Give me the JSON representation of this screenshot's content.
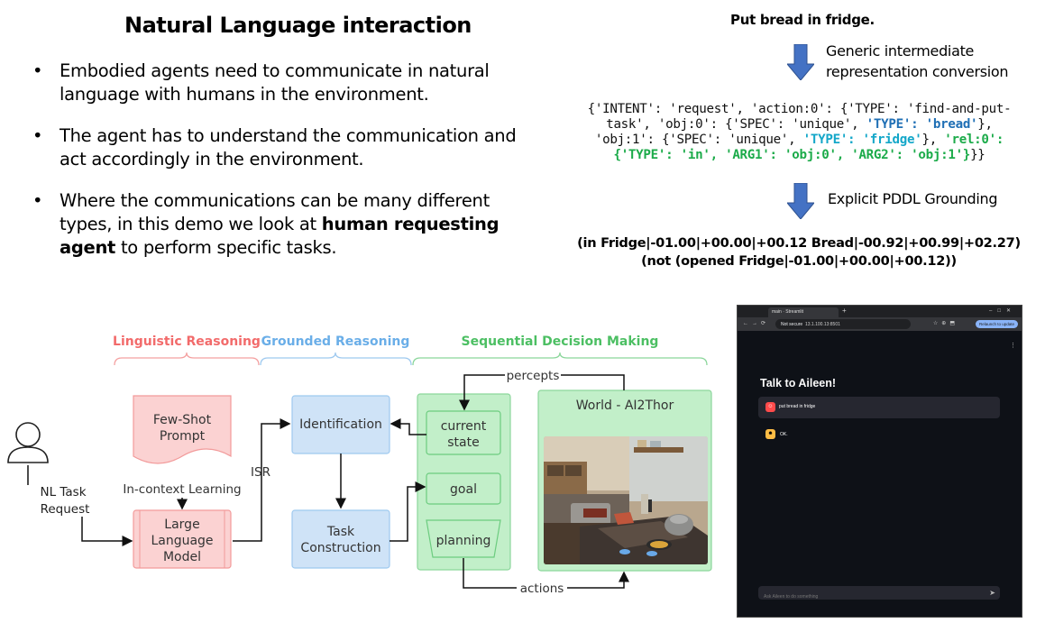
{
  "title": "Natural Language interaction",
  "bullets": [
    {
      "pre": "Embodied agents need to communicate in natural language with humans in the environment.",
      "bold": "",
      "post": ""
    },
    {
      "pre": "The agent has to understand the communication and act accordingly in the environment.",
      "bold": "",
      "post": ""
    },
    {
      "pre": "Where the communications can be many different types, in this demo we look at ",
      "bold": "human requesting agent",
      "post": " to perform specific tasks."
    }
  ],
  "pipeline": {
    "utterance": "Put bread in fridge.",
    "step1_line1": "Generic intermediate",
    "step1_line2": "representation conversion",
    "ir": {
      "l1": "{'INTENT': 'request', 'action:0': {'TYPE': 'find-and-put-",
      "l2a": "task', 'obj:0': {'SPEC': 'unique', ",
      "l2b": "'TYPE': 'bread'",
      "l2c": "},",
      "l3a": "'obj:1': {'SPEC': 'unique', ",
      "l3b": "'TYPE': 'fridge'",
      "l3c": "}, ",
      "l3d": "'rel:0':",
      "l4a": "{'TYPE': 'in', 'ARG1': 'obj:0', 'ARG2': 'obj:1'}",
      "l4b": "}}"
    },
    "step2": "Explicit PDDL Grounding",
    "pddl_line1": "(in Fridge|-01.00|+00.00|+00.12 Bread|-00.92|+00.99|+02.27)",
    "pddl_line2": "(not (opened Fridge|-01.00|+00.00|+00.12))"
  },
  "diagram": {
    "section1": "Linguistic Reasoning",
    "section2": "Grounded Reasoning",
    "section3": "Sequential Decision Making",
    "fewshot_line1": "Few-Shot",
    "fewshot_line2": "Prompt",
    "icl": "In-context Learning",
    "llm_line1": "Large",
    "llm_line2": "Language",
    "llm_line3": "Model",
    "nl_line1": "NL Task",
    "nl_line2": "Request",
    "isr": "ISR",
    "identification": "Identification",
    "task_line1": "Task",
    "task_line2": "Construction",
    "current_line1": "current",
    "current_line2": "state",
    "goal": "goal",
    "planning": "planning",
    "world": "World - AI2Thor",
    "percepts": "percepts",
    "actions": "actions",
    "colors": {
      "linguistic": "#f26b6b",
      "grounded": "#6aaee8",
      "sequential": "#4cbf63"
    }
  },
  "app": {
    "tab": "main · Streamlit",
    "url_prefix": "Not secure",
    "url": "13.1.100.13:8501",
    "relaunch": "Relaunch to update",
    "chat_title": "Talk to Aileen!",
    "user_msg": "put bread in fridge",
    "bot_msg": "OK.",
    "input_placeholder": "Ask Aileen to do something"
  }
}
